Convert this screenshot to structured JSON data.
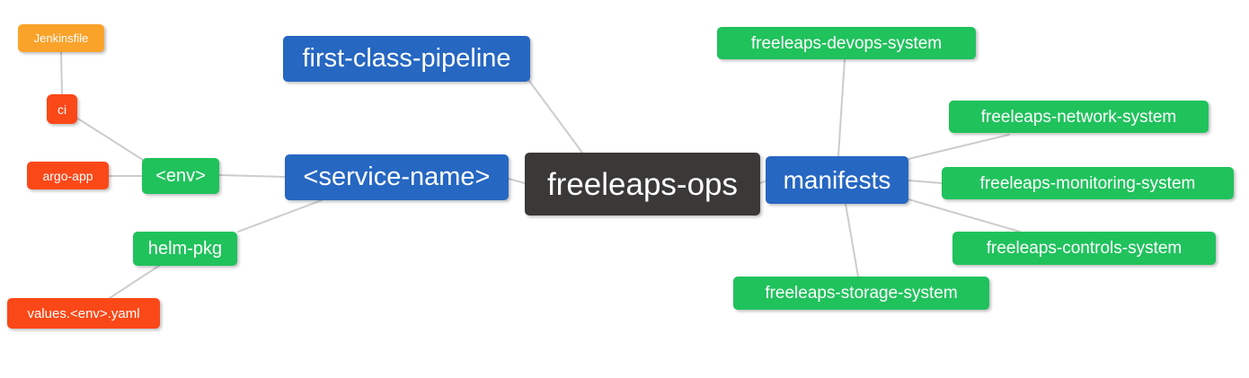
{
  "diagram": {
    "type": "mindmap",
    "background": "#ffffff",
    "edge_color": "#cccccc"
  },
  "palette": {
    "root_dark": "#3b3838",
    "blue": "#2667c2",
    "green": "#20c25c",
    "red": "#fb4818",
    "orange": "#f9a32b",
    "text": "#ffffff"
  },
  "nodes": {
    "root": {
      "label": "freeleaps-ops",
      "color": "#3b3838"
    },
    "fcp": {
      "label": "first-class-pipeline",
      "color": "#2667c2"
    },
    "service": {
      "label": "<service-name>",
      "color": "#2667c2"
    },
    "manifests": {
      "label": "manifests",
      "color": "#2667c2"
    },
    "env": {
      "label": "<env>",
      "color": "#20c25c"
    },
    "helm": {
      "label": "helm-pkg",
      "color": "#20c25c"
    },
    "jenkinsfile": {
      "label": "Jenkinsfile",
      "color": "#f9a32b"
    },
    "ci": {
      "label": "ci",
      "color": "#fb4818"
    },
    "argo": {
      "label": "argo-app",
      "color": "#fb4818"
    },
    "values": {
      "label": "values.<env>.yaml",
      "color": "#fb4818"
    },
    "devops": {
      "label": "freeleaps-devops-system",
      "color": "#20c25c"
    },
    "network": {
      "label": "freeleaps-network-system",
      "color": "#20c25c"
    },
    "monitoring": {
      "label": "freeleaps-monitoring-system",
      "color": "#20c25c"
    },
    "controls": {
      "label": "freeleaps-controls-system",
      "color": "#20c25c"
    },
    "storage": {
      "label": "freeleaps-storage-system",
      "color": "#20c25c"
    }
  },
  "connections": [
    {
      "from": "Jenkinsfile",
      "to": "ci"
    },
    {
      "from": "ci",
      "to": "<env>"
    },
    {
      "from": "argo-app",
      "to": "<env>"
    },
    {
      "from": "<env>",
      "to": "<service-name>"
    },
    {
      "from": "helm-pkg",
      "to": "<service-name>"
    },
    {
      "from": "values.<env>.yaml",
      "to": "helm-pkg"
    },
    {
      "from": "first-class-pipeline",
      "to": "freeleaps-ops"
    },
    {
      "from": "<service-name>",
      "to": "freeleaps-ops"
    },
    {
      "from": "freeleaps-ops",
      "to": "manifests"
    },
    {
      "from": "manifests",
      "to": "freeleaps-devops-system"
    },
    {
      "from": "manifests",
      "to": "freeleaps-network-system"
    },
    {
      "from": "manifests",
      "to": "freeleaps-monitoring-system"
    },
    {
      "from": "manifests",
      "to": "freeleaps-controls-system"
    },
    {
      "from": "manifests",
      "to": "freeleaps-storage-system"
    }
  ]
}
